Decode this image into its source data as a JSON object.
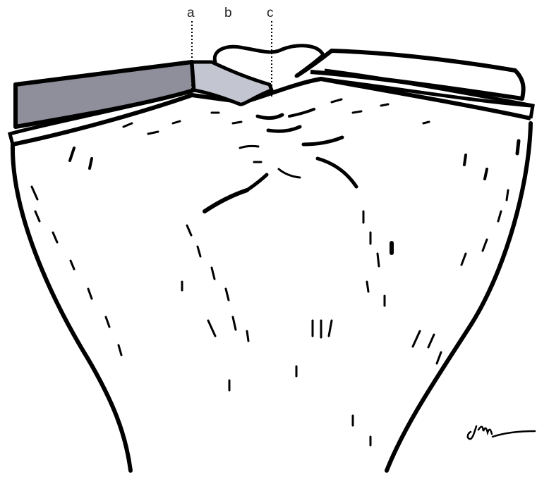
{
  "labels": {
    "a": "a",
    "b": "b",
    "c": "c"
  },
  "signature": "JM",
  "colors": {
    "ink": "#000000",
    "cartilage_fill": "#8e8f9b",
    "defect_fill": "#c3c5d1",
    "background": "#ffffff"
  }
}
